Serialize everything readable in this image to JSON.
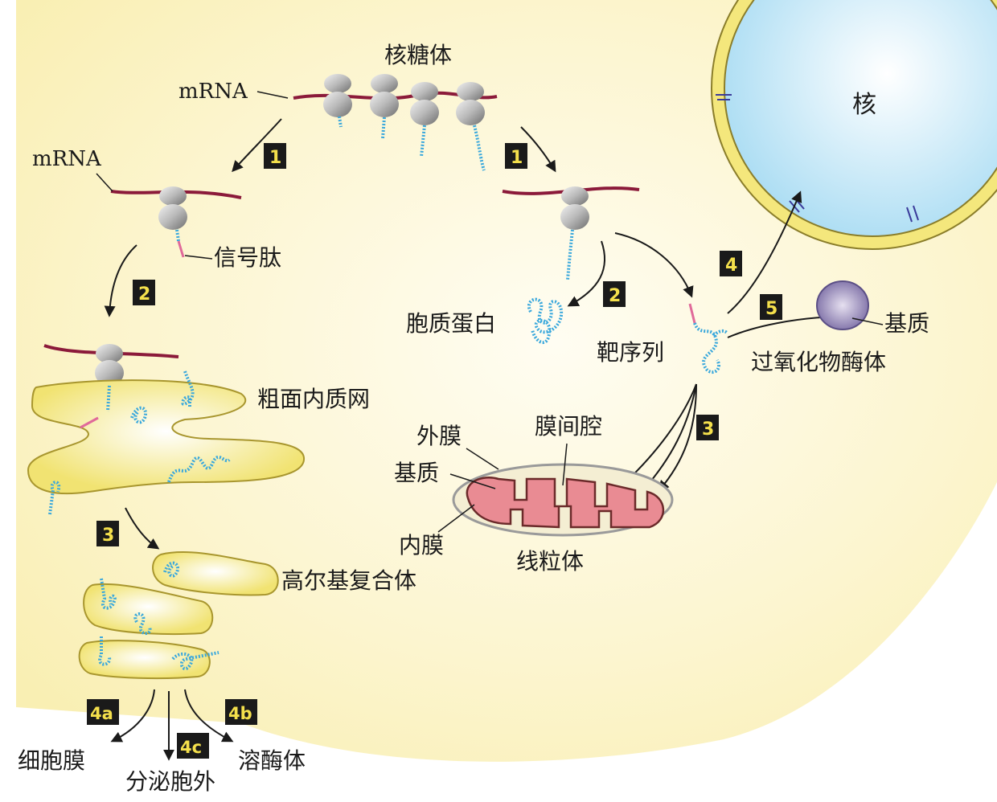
{
  "labels": {
    "ribosome": "核糖体",
    "mrna_top": "mRNA",
    "mrna_left": "mRNA",
    "nucleus": "核",
    "signal_peptide": "信号肽",
    "cytosolic_protein": "胞质蛋白",
    "targeting_sequence": "靶序列",
    "peroxisome": "过氧化物酶体",
    "peroxisome_matrix": "基质",
    "rough_er": "粗面内质网",
    "outer_membrane": "外膜",
    "intermembrane_space": "膜间腔",
    "mito_matrix": "基质",
    "inner_membrane": "内膜",
    "mitochondrion": "线粒体",
    "golgi": "高尔基复合体",
    "plasma_membrane": "细胞膜",
    "secretion": "分泌胞外",
    "lysosome": "溶酶体"
  },
  "steps": {
    "s1_left": "1",
    "s1_right": "1",
    "s2_left": "2",
    "s2_right": "2",
    "s3_left": "3",
    "s3_right": "3",
    "s4_right": "4",
    "s5_right": "5",
    "s4a": "4a",
    "s4b": "4b",
    "s4c": "4c"
  },
  "colors": {
    "cytoplasm": "#fbf3c0",
    "nucleus": "#bfe6f7",
    "envelope": "#f6ec8c",
    "er": "#f3e77a",
    "mito_matrix": "#e98b93",
    "mrna": "#8b1a3a",
    "peptide": "#3aa8dc",
    "signal": "#e06a9a",
    "badge": "#1a1a1a"
  }
}
